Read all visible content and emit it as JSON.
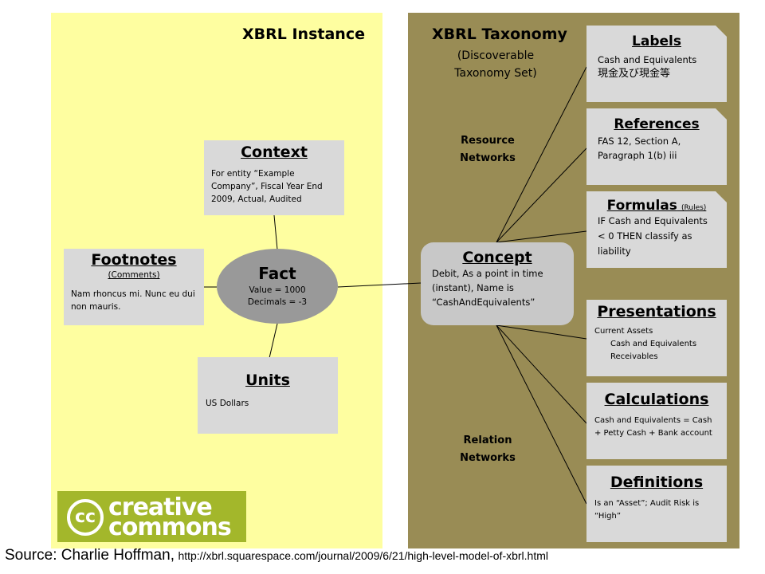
{
  "instance": {
    "title": "XBRL Instance"
  },
  "taxonomy": {
    "title": "XBRL Taxonomy",
    "subtitle": [
      "(Discoverable",
      "Taxonomy Set)"
    ]
  },
  "networks": {
    "resource": [
      "Resource",
      "Networks"
    ],
    "relation": [
      "Relation",
      "Networks"
    ]
  },
  "context": {
    "title": "Context",
    "text": "For entity “Example Company”, Fiscal Year End 2009, Actual, Audited"
  },
  "footnotes": {
    "title": "Footnotes",
    "subtitle": "(Comments)",
    "text": "Nam rhoncus mi. Nunc eu dui non mauris."
  },
  "fact": {
    "title": "Fact",
    "line1": "Value = 1000",
    "line2": "Decimals = -3"
  },
  "units": {
    "title": "Units",
    "text": "US Dollars"
  },
  "concept": {
    "title": "Concept",
    "text": "Debit, As a point in time (instant), Name is “CashAndEquivalents”"
  },
  "labels": {
    "title": "Labels",
    "line1": "Cash and Equivalents",
    "line2": "現金及び現金等"
  },
  "references": {
    "title": "References",
    "line1": "FAS 12, Section A,",
    "line2": "Paragraph 1(b) iii"
  },
  "formulas": {
    "title": "Formulas",
    "suffix": "(Rules)",
    "text": "IF Cash and Equivalents < 0 THEN classify as liability"
  },
  "presentations": {
    "title": "Presentations",
    "items": [
      "Current Assets",
      "Cash and Equivalents",
      "Receivables"
    ]
  },
  "calculations": {
    "title": "Calculations",
    "text": "Cash and Equivalents = Cash + Petty Cash + Bank account"
  },
  "definitions": {
    "title": "Definitions",
    "text": "Is an “Asset”; Audit Risk is “High”"
  },
  "logo": {
    "circle": "cc",
    "line1": "creative",
    "line2": "commons"
  },
  "source": {
    "prefix": "Source: Charlie Hoffman,",
    "url": "http://xbrl.squarespace.com/journal/2009/6/21/high-level-model-of-xbrl.html"
  }
}
